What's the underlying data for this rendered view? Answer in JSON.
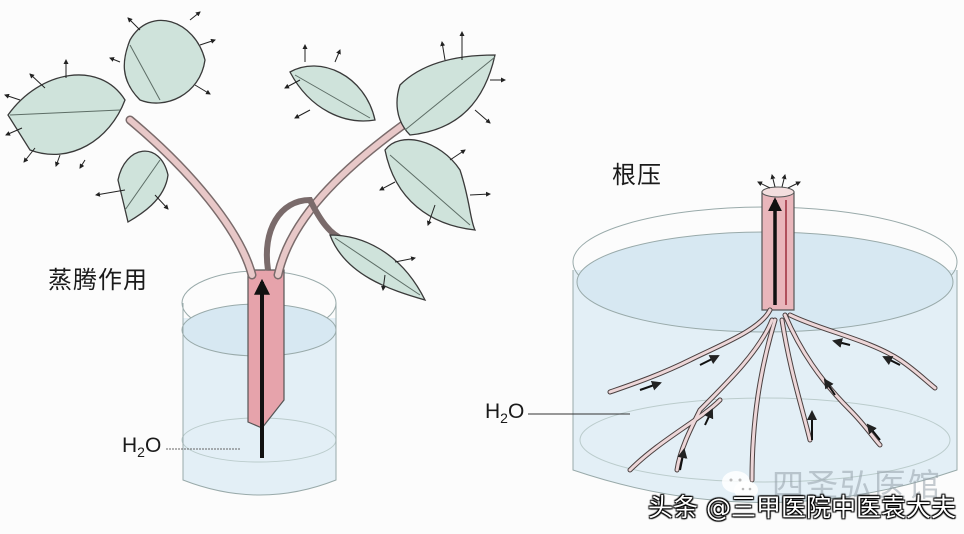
{
  "left_panel": {
    "title": "蒸腾作用",
    "water_label": {
      "base": "H",
      "sub": "2",
      "tail": "O"
    }
  },
  "right_panel": {
    "title": "根压",
    "water_label": {
      "base": "H",
      "sub": "2",
      "tail": "O"
    }
  },
  "watermarks": {
    "faint": "四圣弘医馆",
    "main": "头条 @三甲医院中医袁大夫"
  },
  "colors": {
    "leaf": "#cfe3db",
    "stem": "#e7a9b0",
    "water": "#dcebf3",
    "outline": "#3a3a3a"
  }
}
